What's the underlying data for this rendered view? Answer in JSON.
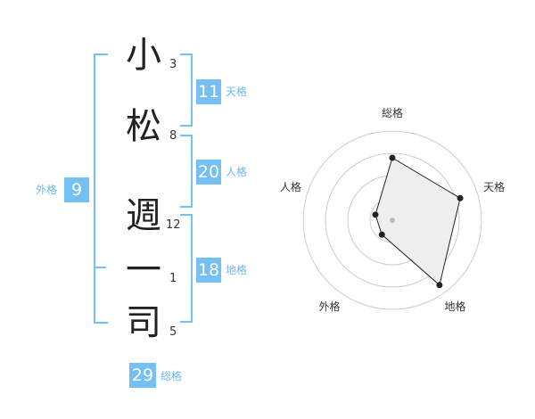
{
  "name_chars": [
    {
      "char": "小",
      "strokes": "3"
    },
    {
      "char": "松",
      "strokes": "8"
    },
    {
      "char": "週",
      "strokes": "12"
    },
    {
      "char": "一",
      "strokes": "1"
    },
    {
      "char": "司",
      "strokes": "5"
    }
  ],
  "kaku": {
    "tenkaku": {
      "value": "11",
      "label": "天格"
    },
    "jinkaku": {
      "value": "20",
      "label": "人格"
    },
    "chikaku": {
      "value": "18",
      "label": "地格"
    },
    "gaikaku": {
      "value": "9",
      "label": "外格"
    },
    "soukaku": {
      "value": "29",
      "label": "総格"
    }
  },
  "colors": {
    "accent": "#74bff3",
    "polygon_fill": "#eeeeee",
    "ring": "#cccccc",
    "point": "#222222"
  },
  "chart_data": {
    "type": "radar",
    "axes": [
      "総格",
      "天格",
      "地格",
      "外格",
      "人格"
    ],
    "max": 5,
    "rings": 4,
    "values": [
      3.5,
      4,
      4.5,
      1,
      1
    ]
  }
}
